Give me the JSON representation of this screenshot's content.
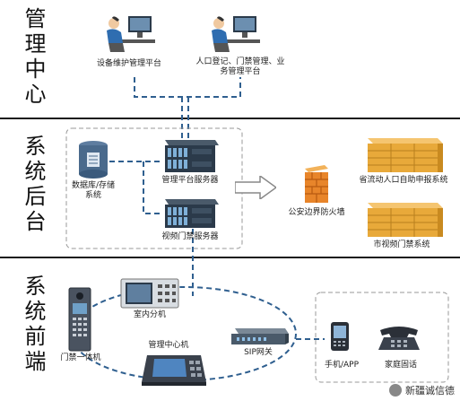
{
  "sections": {
    "top": "管理中心",
    "middle": "系统后台",
    "bottom": "系统前端"
  },
  "nodes": {
    "device_platform": "设备维护管理平台",
    "access_platform": "人口登记、门禁管理、业务管理平台",
    "database": "数据库/存储系统",
    "mgmt_server": "管理平台服务器",
    "video_server": "视频门禁服务器",
    "firewall": "公安边界防火墙",
    "province_system": "省流动人口自助申报系统",
    "city_system": "市视频门禁系统",
    "indoor_unit": "室内分机",
    "door_unit": "门禁一体机",
    "center_unit": "管理中心机",
    "sip_gateway": "SIP网关",
    "mobile": "手机/APP",
    "home_phone": "家庭固话"
  },
  "watermark": "新疆诚信德",
  "colors": {
    "line_blue": "#2f5f8f",
    "divider": "#1a1a1a",
    "server_dark": "#2b3a4a",
    "server_cabinet": "#e8a93a",
    "firewall_orange": "#e8852a"
  },
  "icons": [
    "operator-icon",
    "database-icon",
    "server-icon",
    "firewall-icon",
    "cabinet-icon",
    "door-panel-icon",
    "indoor-monitor-icon",
    "desk-console-icon",
    "gateway-icon",
    "mobile-phone-icon",
    "desk-phone-icon",
    "arrow-icon"
  ]
}
